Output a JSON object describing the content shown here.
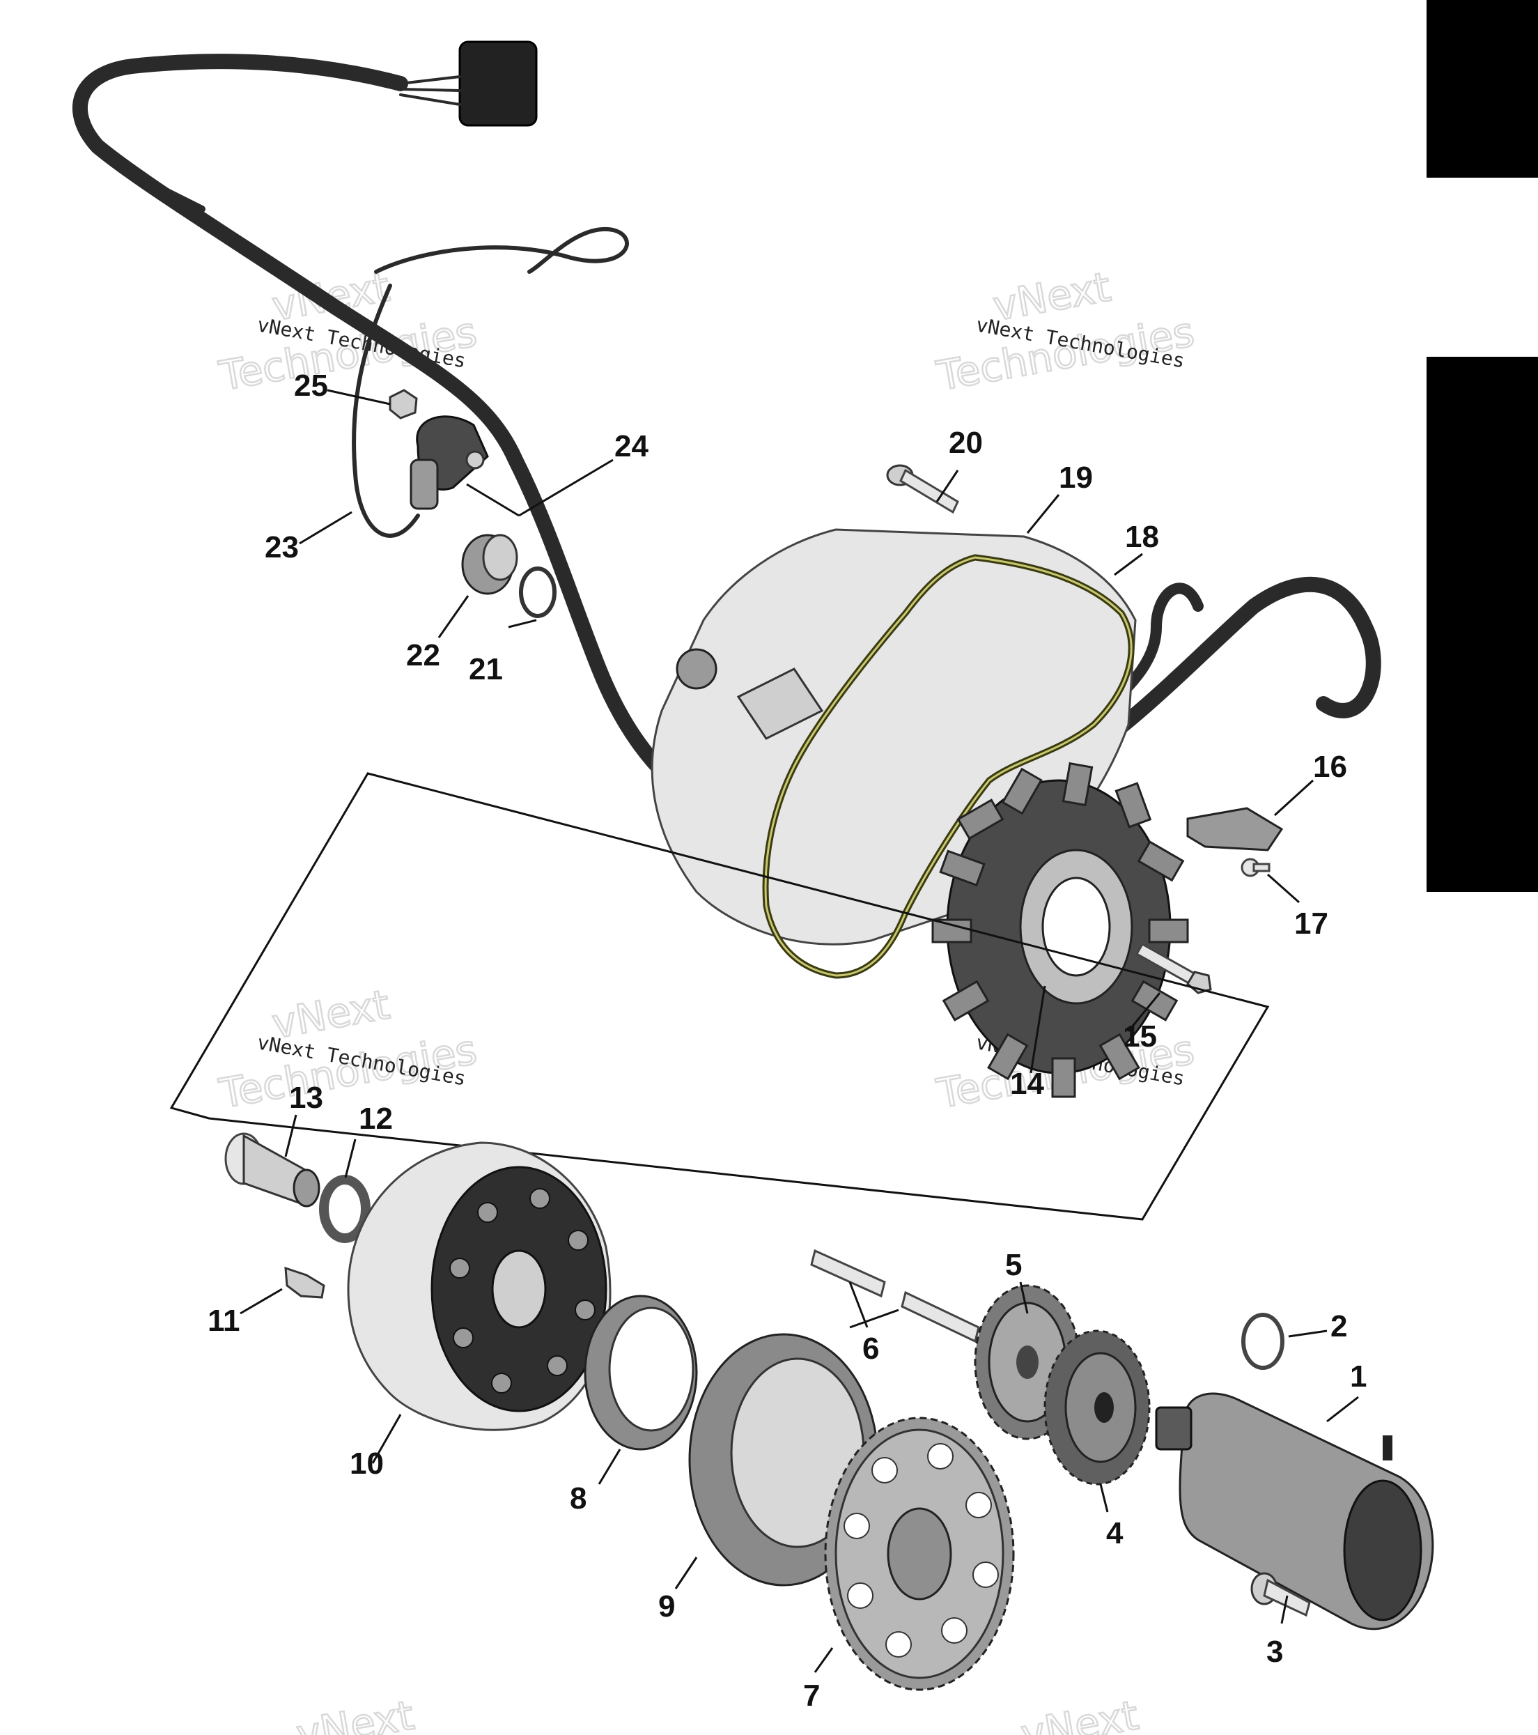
{
  "diagram": {
    "callouts": [
      "1",
      "2",
      "3",
      "4",
      "5",
      "6",
      "7",
      "8",
      "9",
      "10",
      "11",
      "12",
      "13",
      "14",
      "15",
      "16",
      "17",
      "18",
      "19",
      "20",
      "21",
      "22",
      "23",
      "24",
      "25"
    ],
    "watermark": {
      "line1": "vNext Technologies",
      "line2": "vNext",
      "line3": "Technologies"
    }
  },
  "colors": {
    "part_dark": "#4a4a4a",
    "part_mid": "#9a9a9a",
    "part_light": "#cfcfcf",
    "gasket": "#3b3b12",
    "side_tab": "#000000"
  }
}
